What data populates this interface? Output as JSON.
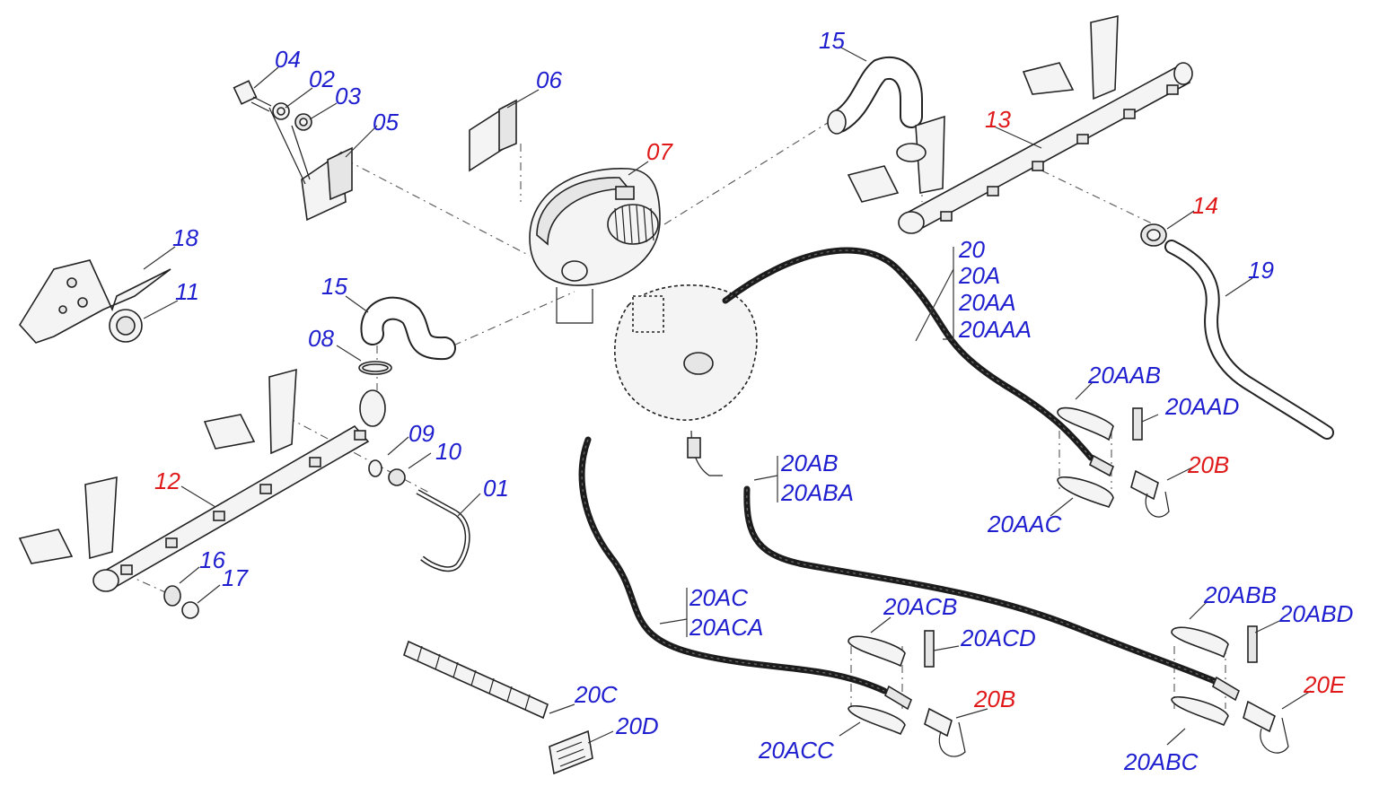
{
  "labels": {
    "p04": "04",
    "p02": "02",
    "p03": "03",
    "p05": "05",
    "p06": "06",
    "p07": "07",
    "p15a": "15",
    "p13": "13",
    "p14": "14",
    "p19": "19",
    "p18": "18",
    "p11": "11",
    "p15b": "15",
    "p08": "08",
    "p20": "20",
    "p20A": "20A",
    "p20AA": "20AA",
    "p20AAA": "20AAA",
    "p20AAB": "20AAB",
    "p20AAD": "20AAD",
    "p20B_top": "20B",
    "p20AAC": "20AAC",
    "p20AB": "20AB",
    "p20ABA": "20ABA",
    "p09": "09",
    "p10": "10",
    "p01": "01",
    "p12": "12",
    "p16": "16",
    "p17": "17",
    "p20AC": "20AC",
    "p20ACA": "20ACA",
    "p20ACB": "20ACB",
    "p20ACD": "20ACD",
    "p20B_bottom": "20B",
    "p20ACC": "20ACC",
    "p20C": "20C",
    "p20D": "20D",
    "p20ABB": "20ABB",
    "p20ABD": "20ABD",
    "p20E": "20E",
    "p20ABC": "20ABC"
  },
  "colors": {
    "label_blue": "#1f1fcf",
    "label_red": "#e01a1a",
    "line": "#222222"
  }
}
